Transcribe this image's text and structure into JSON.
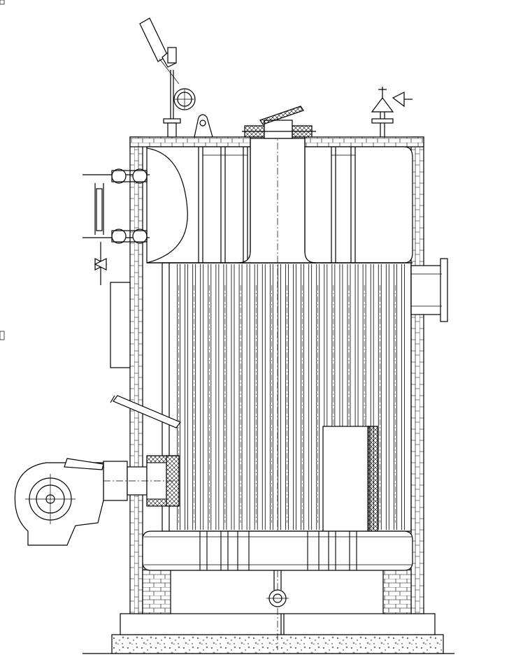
{
  "drawing": {
    "type": "technical-drawing",
    "subject": "vertical-fire-tube-boiler-cross-section",
    "colors": {
      "line": "#000000",
      "background": "#ffffff"
    },
    "tube_count": 30,
    "components": [
      "refractory-wall",
      "upper-drum",
      "lower-header",
      "fire-tube-bundle",
      "burner-fan",
      "burner-nozzle",
      "chimney-flue",
      "safety-valve",
      "water-level-gauge",
      "steam-outlet-nozzle",
      "manhole-lid",
      "concrete-foundation",
      "drain-valve",
      "pressure-gauge",
      "lifting-lug",
      "inspection-door",
      "fuel-lance",
      "refractory-block"
    ]
  }
}
